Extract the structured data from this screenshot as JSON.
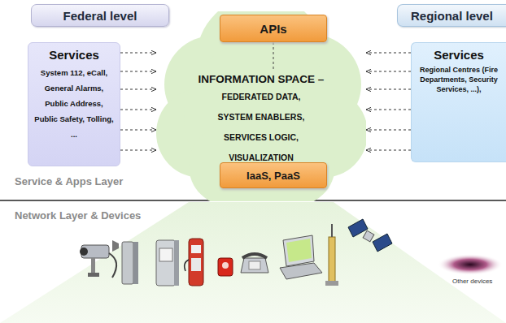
{
  "diagram": {
    "nodes": [
      {
        "text": [
          "Federal level"
        ]
      },
      {
        "text": [
          "INFORMATION SPACE –",
          "FEDERATED DATA, SYSTEM ENABLERS, SERVICES LOGIC, VISUALIZATION"
        ]
      },
      {
        "text": [
          "APIs"
        ],
        "in": 1
      },
      {
        "text": [
          "IaaS, PaaS"
        ],
        "in": 1
      },
      {
        "text": [
          "Regional level"
        ]
      },
      {
        "text": [
          "Services",
          "System 112, eCall, General Alarms, Public Address, Public Safety, Tolling, ..."
        ]
      },
      {
        "text": [
          "Services",
          "Regional Centres (Fire Departments, Security Services, ...),"
        ]
      }
    ],
    "edges": [
      {
        "from": 5,
        "to": 1,
        "arrow": "to"
      },
      {
        "from": 5,
        "to": 1,
        "arrow": "to"
      },
      {
        "from": 5,
        "to": 1,
        "arrow": "to"
      },
      {
        "from": 5,
        "to": 1,
        "arrow": "to"
      },
      {
        "from": 5,
        "to": 1,
        "arrow": "to"
      },
      {
        "from": 5,
        "to": 1,
        "arrow": "to"
      },
      {
        "from": 6,
        "to": 1,
        "arrow": "to"
      },
      {
        "from": 6,
        "to": 1,
        "arrow": "to"
      },
      {
        "from": 6,
        "to": 1,
        "arrow": "to"
      },
      {
        "from": 6,
        "to": 1,
        "arrow": "to"
      },
      {
        "from": 6,
        "to": 1,
        "arrow": "to"
      },
      {
        "from": 6,
        "to": 1,
        "arrow": "to"
      }
    ],
    "labels": [
      "Service & Apps Layer",
      "Network Layer & Devices",
      "Other devices"
    ]
  }
}
